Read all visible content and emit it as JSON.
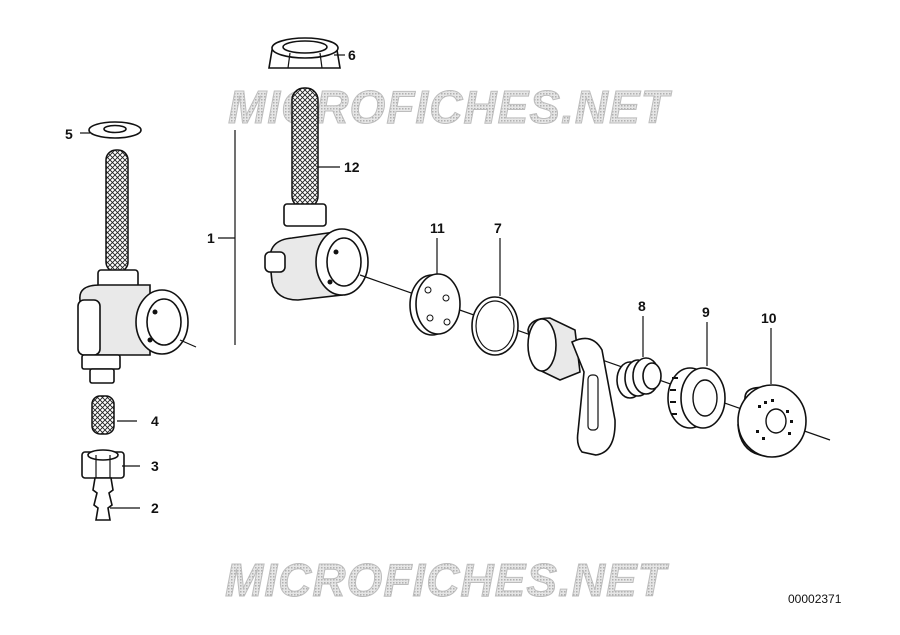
{
  "diagram": {
    "watermark_top": "MICROFICHES.NET",
    "watermark_bottom": "MICROFICHES.NET",
    "document_id": "00002371",
    "callouts": {
      "c1": "1",
      "c2": "2",
      "c3": "3",
      "c4": "4",
      "c5": "5",
      "c6": "6",
      "c7": "7",
      "c8": "8",
      "c9": "9",
      "c10": "10",
      "c11": "11",
      "c12": "12"
    }
  },
  "colors": {
    "ink": "#111111",
    "watermark_fill": "#d4d4d4",
    "watermark_stroke": "#bdbdbd"
  }
}
